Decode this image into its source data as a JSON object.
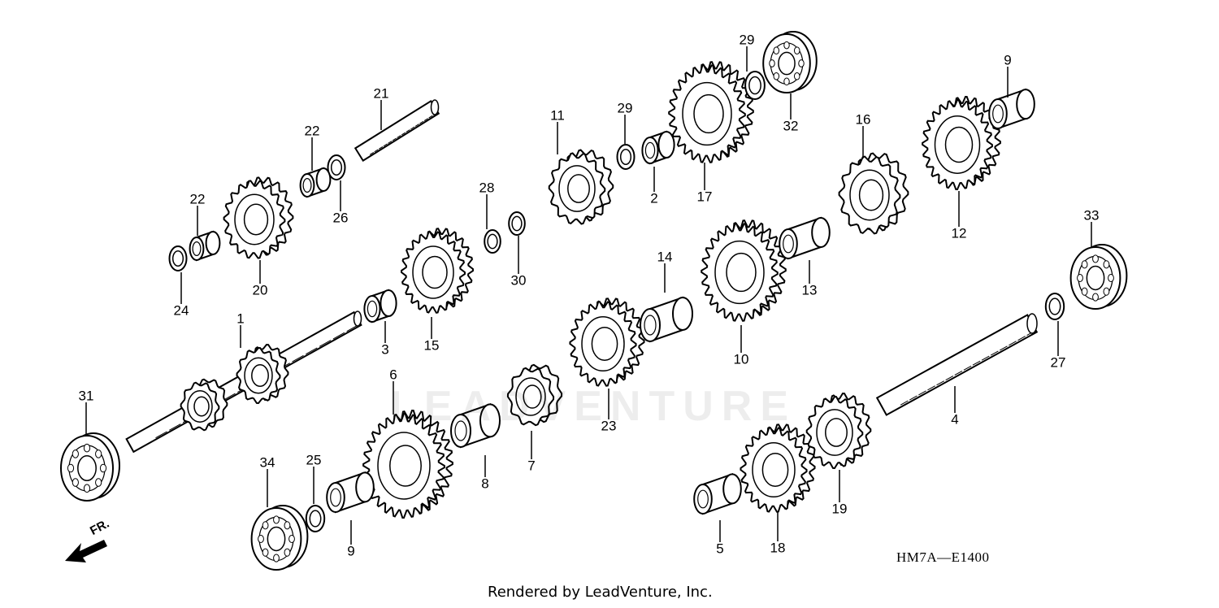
{
  "diagram": {
    "watermark": "LEADVENTURE",
    "code": "HM7A—E1400",
    "credit": "Rendered by LeadVenture, Inc.",
    "direction_label": "FR.",
    "part_numbers": {
      "p1": "1",
      "p2": "2",
      "p3": "3",
      "p4": "4",
      "p5": "5",
      "p6": "6",
      "p7": "7",
      "p8": "8",
      "p9a": "9",
      "p9b": "9",
      "p10": "10",
      "p11": "11",
      "p12": "12",
      "p13": "13",
      "p14": "14",
      "p15": "15",
      "p16": "16",
      "p17": "17",
      "p18": "18",
      "p19": "19",
      "p20": "20",
      "p21": "21",
      "p22a": "22",
      "p22b": "22",
      "p23": "23",
      "p24": "24",
      "p25": "25",
      "p26": "26",
      "p27": "27",
      "p28": "28",
      "p29a": "29",
      "p29b": "29",
      "p30": "30",
      "p31": "31",
      "p32": "32",
      "p33": "33",
      "p34": "34"
    }
  }
}
